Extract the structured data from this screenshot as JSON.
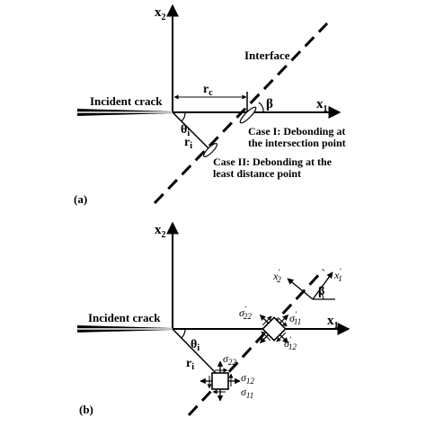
{
  "panel_a": {
    "label": "(a)",
    "x2": "x",
    "x2_sub": "2",
    "x1": "x",
    "x1_sub": "1",
    "interface": "Interface",
    "incident_crack": "Incident crack",
    "rc": "r",
    "rc_sub": "c",
    "beta": "β",
    "theta": "θ",
    "theta_sub": "i",
    "ri": "r",
    "ri_sub": "i",
    "case1_line1": "Case I: Debonding at",
    "case1_line2": "the intersection point",
    "case2_line1": "Case II: Debonding at the",
    "case2_line2": "least distance point"
  },
  "panel_b": {
    "label": "(b)",
    "x2": "x",
    "x2_sub": "2",
    "x1": "x",
    "x1_sub": "1",
    "incident_crack": "Incident crack",
    "theta": "θ",
    "theta_sub": "i",
    "ri": "r",
    "ri_sub": "i",
    "beta": "β",
    "x1p": "x",
    "x1p_sub": "1",
    "x2p": "x",
    "x2p_sub": "2",
    "prime": "′",
    "s22p": "σ",
    "s22p_sub": "22",
    "s11p": "σ",
    "s11p_sub": "11",
    "s12p": "σ",
    "s12p_sub": "12",
    "s22": "σ",
    "s22_sub": "22",
    "s12": "σ",
    "s12_sub": "12",
    "s11": "σ",
    "s11_sub": "11"
  }
}
